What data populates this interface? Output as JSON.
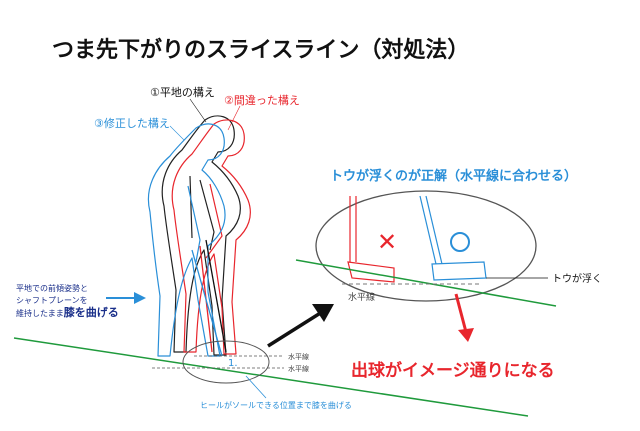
{
  "title": "つま先下がりのスライスライン（対処法）",
  "stances": {
    "flat": "①平地の構え",
    "wrong": "②間違った構え",
    "corrected": "③修正した構え"
  },
  "callout": {
    "heading": "トウが浮くのが正解（水平線に合わせる）",
    "toe_lifts": "トウが浮く",
    "horizontal_line": "水平線",
    "wrong_mark": "✕",
    "correct_mark": "○"
  },
  "left_note": {
    "line1": "平地での前傾姿勢と",
    "line2": "シャフトプレーンを",
    "line3": "維持したまま",
    "emphasis": "膝を曲げる"
  },
  "small_labels": {
    "horizontal_upper": "水平線",
    "horizontal_lower": "水平線",
    "bottom_caption": "ヒールがソールできる位置まで膝を曲げる"
  },
  "result": "出球がイメージ通りになる",
  "colors": {
    "black": "#111111",
    "red": "#e8262d",
    "blue": "#2a8fd8",
    "green": "#1f9a3c",
    "navy": "#1a2f8a",
    "gray": "#7a7a7a"
  }
}
